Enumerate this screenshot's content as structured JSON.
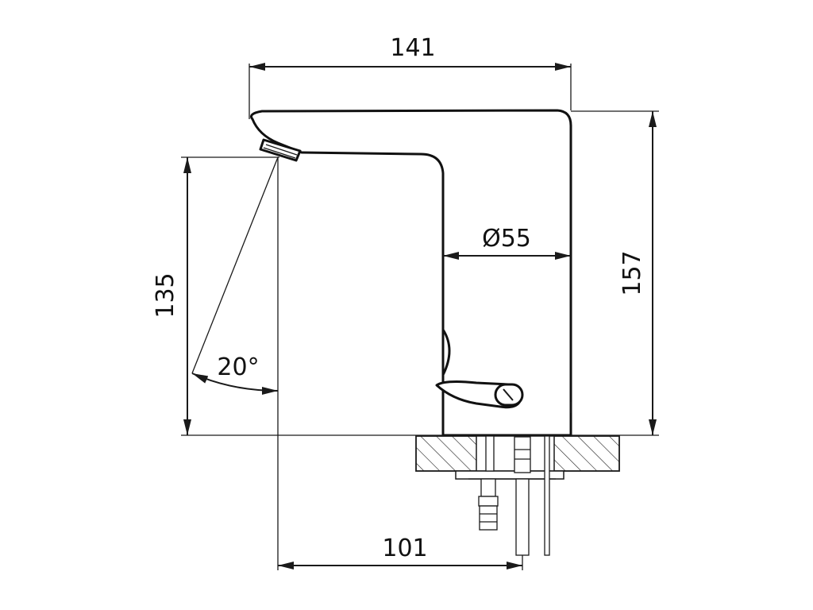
{
  "dimensions": {
    "width_total": "141",
    "height_total": "157",
    "spout_height": "135",
    "body_diameter": "Ø55",
    "spout_reach": "101",
    "spray_angle": "20°"
  },
  "colors": {
    "line": "#1a1a1a",
    "background": "#ffffff"
  }
}
